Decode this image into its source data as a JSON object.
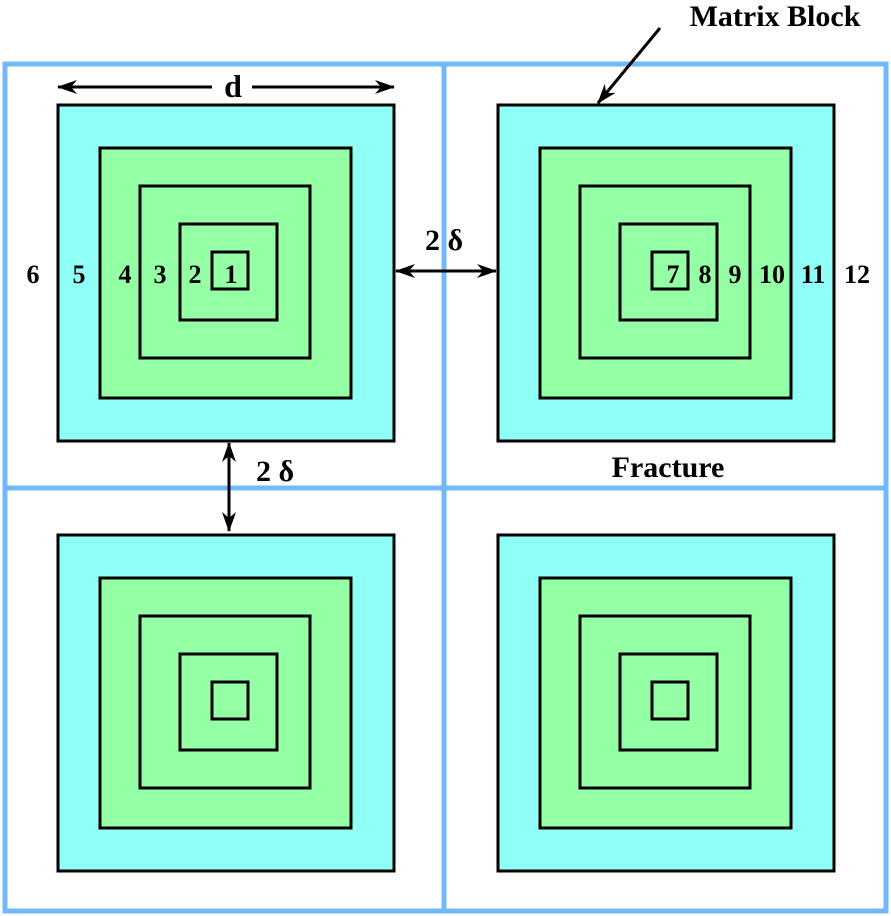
{
  "labels": {
    "matrix_block": "Matrix Block",
    "fracture": "Fracture",
    "dimension_d": "d",
    "gap_horizontal": "2 δ",
    "gap_vertical": "2 δ"
  },
  "cell_numbers_left": [
    "6",
    "5",
    "4",
    "3",
    "2",
    "1"
  ],
  "cell_numbers_right": [
    "7",
    "8",
    "9",
    "10",
    "11",
    "12"
  ],
  "colors": {
    "fracture_line": "#70b8f8",
    "outer_ring": "#90fff5",
    "inner_rings": "#95ffa5",
    "outline": "#000000"
  }
}
